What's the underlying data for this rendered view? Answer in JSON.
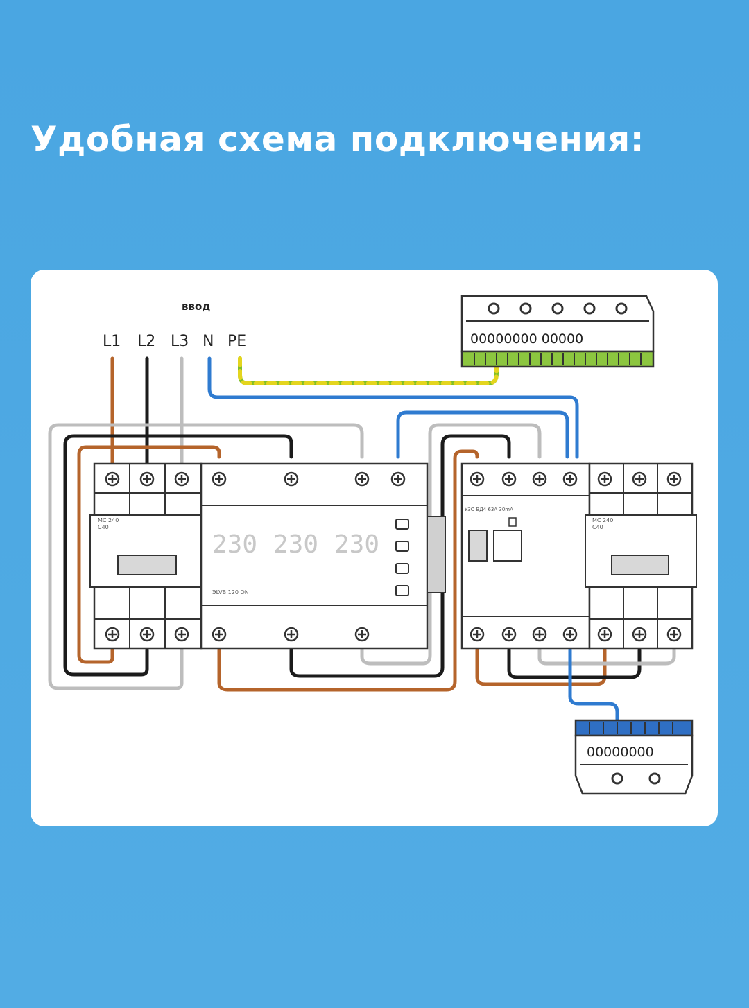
{
  "title": "Удобная схема подключения:",
  "diagram": {
    "input_label": "ввод",
    "phases": [
      "L1",
      "L2",
      "L3",
      "N",
      "PE"
    ],
    "breaker_left_model": "МС 240",
    "breaker_left_rating": "C40",
    "breaker_right_model": "МС 240",
    "breaker_right_rating": "C40",
    "relay_readings": [
      "230",
      "230",
      "230"
    ],
    "relay_model": "ЭLVB 120 ON",
    "rcd_model": "УЗО ВД4 63A 30mA",
    "colors": {
      "L1": "#b5642b",
      "L2": "#1b1b1b",
      "L3": "#bdbdbd",
      "N": "#2f7bd0",
      "PE_yellow": "#e4d51e",
      "PE_green": "#7fbf2a",
      "bus_green": "#8cc63f",
      "bus_blue": "#2f6fc4"
    }
  }
}
